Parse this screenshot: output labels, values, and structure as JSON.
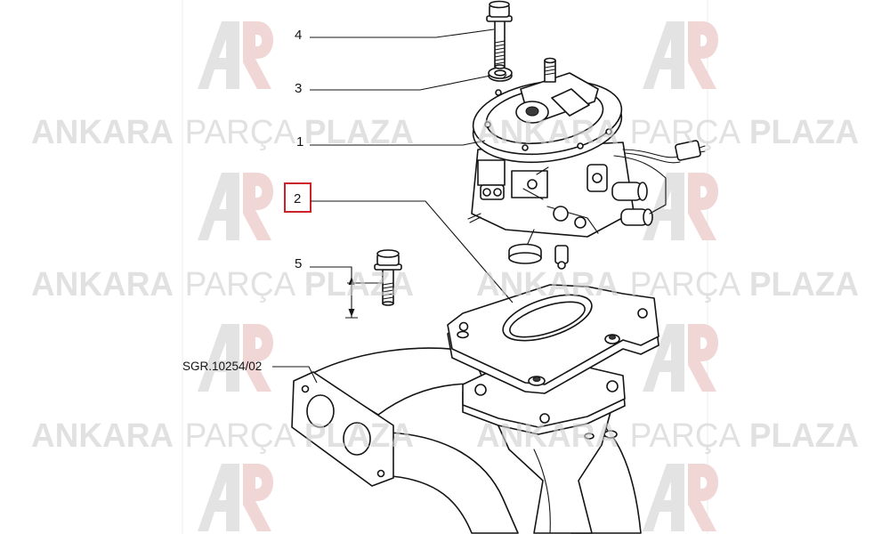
{
  "diagram": {
    "callouts": [
      {
        "label": "4"
      },
      {
        "label": "3"
      },
      {
        "label": "1"
      },
      {
        "label": "2",
        "highlighted": true
      },
      {
        "label": "5"
      }
    ],
    "reference_code": "SGR.10254/02"
  },
  "watermark": {
    "word1": "ANKARA",
    "word2": "PARÇA",
    "word3": "PLAZA"
  },
  "colors": {
    "highlight": "#cc2229",
    "line": "#141414",
    "watermark": "#cfcfcf",
    "background": "#ffffff"
  }
}
